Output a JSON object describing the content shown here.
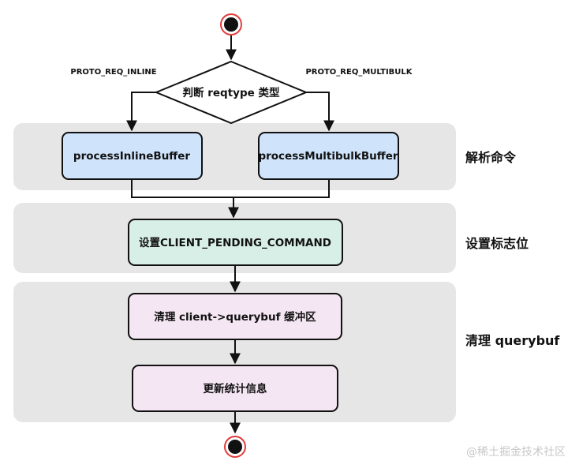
{
  "diagram": {
    "decision": "判断 reqtype 类型",
    "branch_left": "PROTO_REQ_INLINE",
    "branch_right": "PROTO_REQ_MULTIBULK",
    "nodes": {
      "inline": "processInlineBuffer",
      "multibulk": "processMultibulkBuffer",
      "set_flag": "设置CLIENT_PENDING_COMMAND",
      "clear_buf": "清理 client->querybuf 缓冲区",
      "update_stats": "更新统计信息"
    },
    "groups": {
      "parse": "解析命令",
      "flag": "设置标志位",
      "clear": "清理 querybuf"
    },
    "colors": {
      "blue_fill": "#cfe3fb",
      "green_fill": "#d8efe7",
      "pink_fill": "#f5e6f3",
      "band": "#e6e6e6",
      "start_ring": "#e33b3b"
    }
  },
  "watermark": "@稀土掘金技术社区"
}
